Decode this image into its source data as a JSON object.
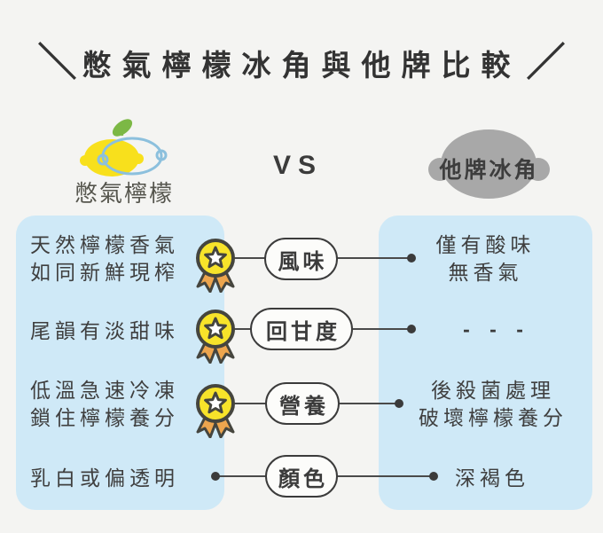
{
  "title": {
    "slash_left": "＼",
    "text": "憋氣檸檬冰角與他牌比較",
    "slash_right": "／"
  },
  "header": {
    "brand_name": "憋氣檸檬",
    "vs_label": "VS",
    "competitor_name": "他牌冰角"
  },
  "comparison": {
    "rows": [
      {
        "category": "風味",
        "brand_text_line1": "天然檸檬香氣",
        "brand_text_line2": "如同新鮮現榨",
        "competitor_text_line1": "僅有酸味",
        "competitor_text_line2": "無香氣",
        "brand_has_medal": true
      },
      {
        "category": "回甘度",
        "brand_text_line1": "尾韻有淡甜味",
        "competitor_text_line1": "- - -",
        "brand_has_medal": true
      },
      {
        "category": "營養",
        "brand_text_line1": "低溫急速冷凍",
        "brand_text_line2": "鎖住檸檬養分",
        "competitor_text_line1": "後殺菌處理",
        "competitor_text_line2": "破壞檸檬養分",
        "brand_has_medal": true
      },
      {
        "category": "顏色",
        "brand_text_line1": "乳白或偏透明",
        "competitor_text_line1": "深褐色",
        "brand_has_medal": false
      }
    ]
  },
  "colors": {
    "page_background": "#f4f4f2",
    "panel_blue": "#cfe9f7",
    "text_dark": "#3b3b3b",
    "medal_yellow": "#f7e32a",
    "medal_ribbon_orange": "#eda54e",
    "lemon_yellow": "#f8e01c",
    "leaf_green": "#7cb845",
    "lemon_outline_blue": "#8cc0dd",
    "competitor_blob_gray": "#a8a8a8"
  }
}
